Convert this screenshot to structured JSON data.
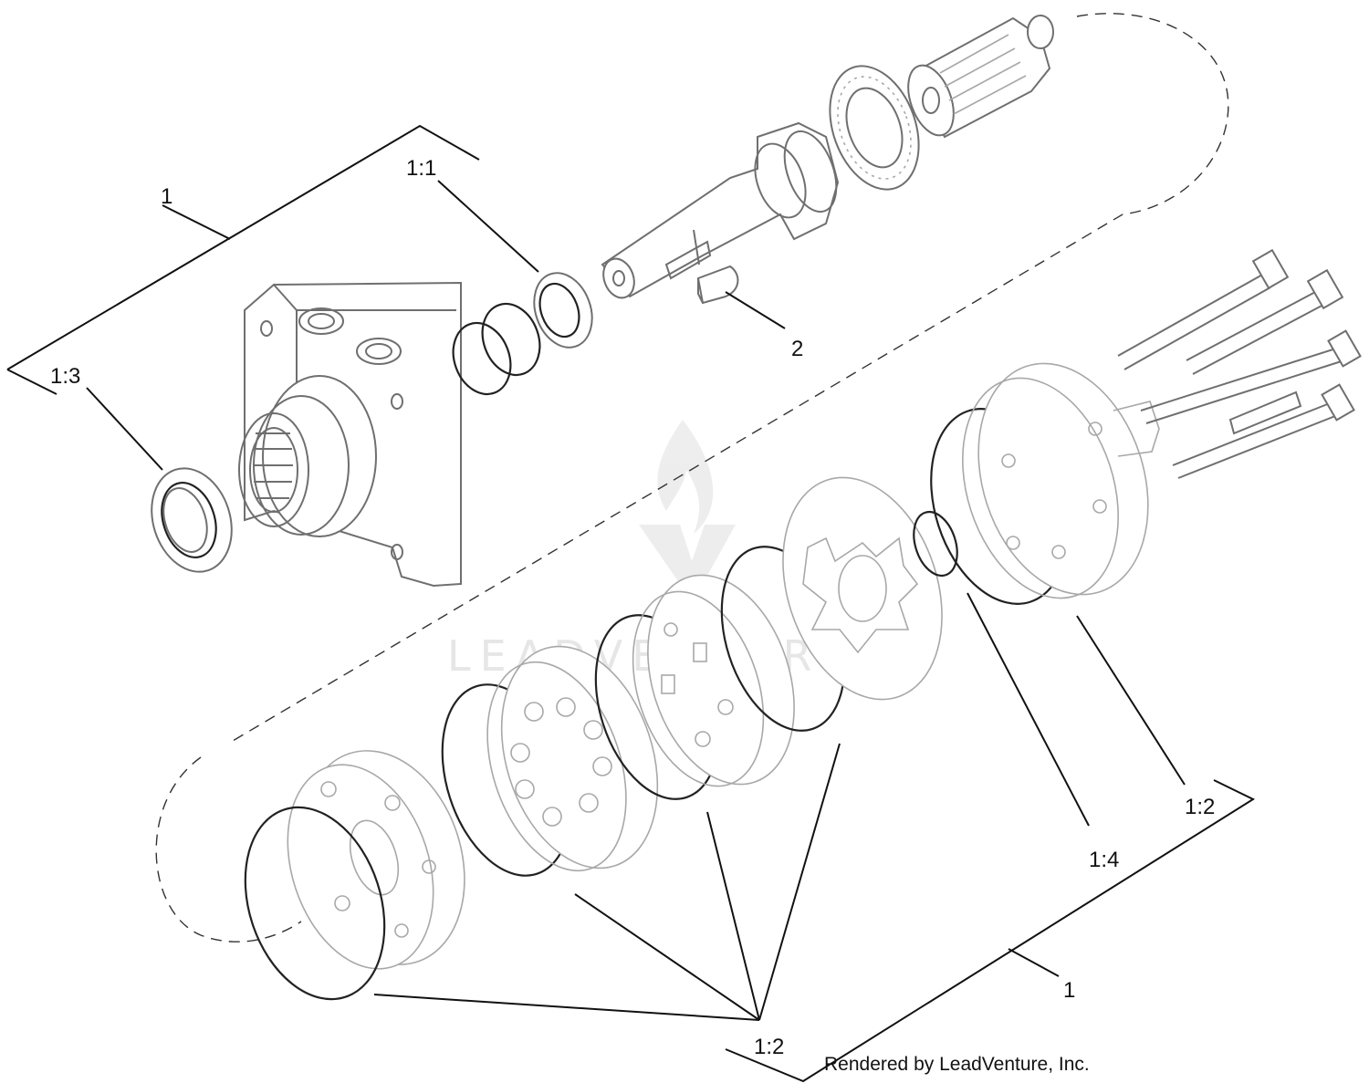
{
  "labels": {
    "assembly_top": "1",
    "part_1_1": "1:1",
    "part_1_3": "1:3",
    "part_2": "2",
    "part_1_2_right": "1:2",
    "part_1_4": "1:4",
    "assembly_bottom": "1",
    "part_1_2_bottom": "1:2"
  },
  "credit": "Rendered by LeadVenture, Inc.",
  "watermark": "LEADVENTURE",
  "colors": {
    "line": "#111111",
    "part": "#6f6f6f",
    "watermark": "#e6e6e6"
  }
}
